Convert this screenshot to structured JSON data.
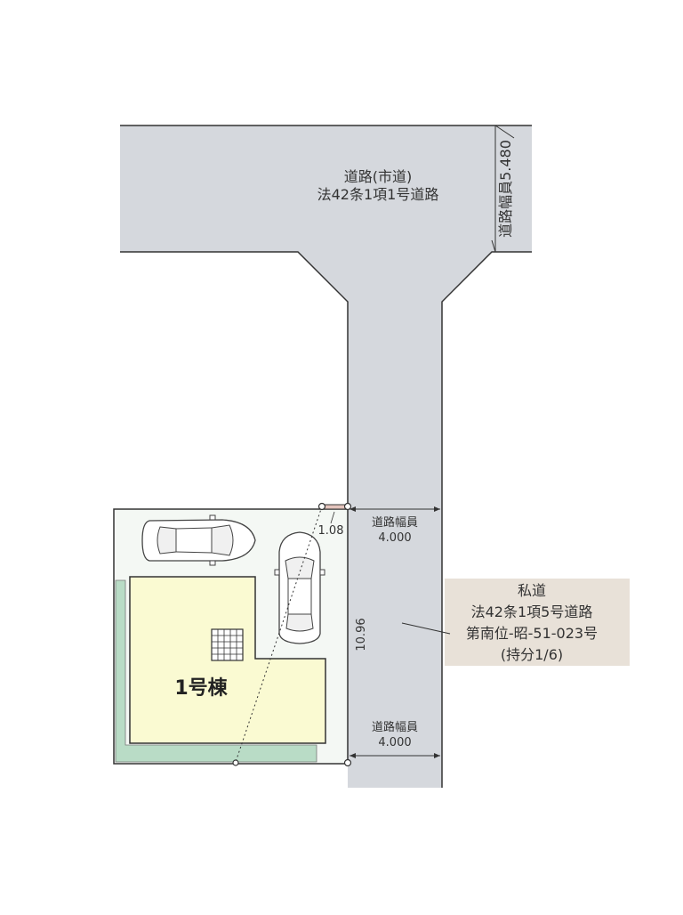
{
  "public_road": {
    "line1": "道路(市道)",
    "line2": "法42条1項1号道路",
    "width_label": "道路幅員5.480"
  },
  "private_road": {
    "line1": "私道",
    "line2": "法42条1項5号道路",
    "line3": "第南位-昭-51-023号",
    "line4": "(持分1/6)"
  },
  "dimensions": {
    "upper_width_label": "道路幅員",
    "upper_width_value": "4.000",
    "lower_width_label": "道路幅員",
    "lower_width_value": "4.000",
    "frontage": "10.96",
    "corner_cut": "1.08"
  },
  "house": {
    "label": "1号棟"
  },
  "colors": {
    "road": "#d5d8dd",
    "house": "#fafad2",
    "lot": "#f4f8f4",
    "planting": "#b9dcc6",
    "outline": "#333333",
    "label_bg": "#e8e1d8"
  }
}
